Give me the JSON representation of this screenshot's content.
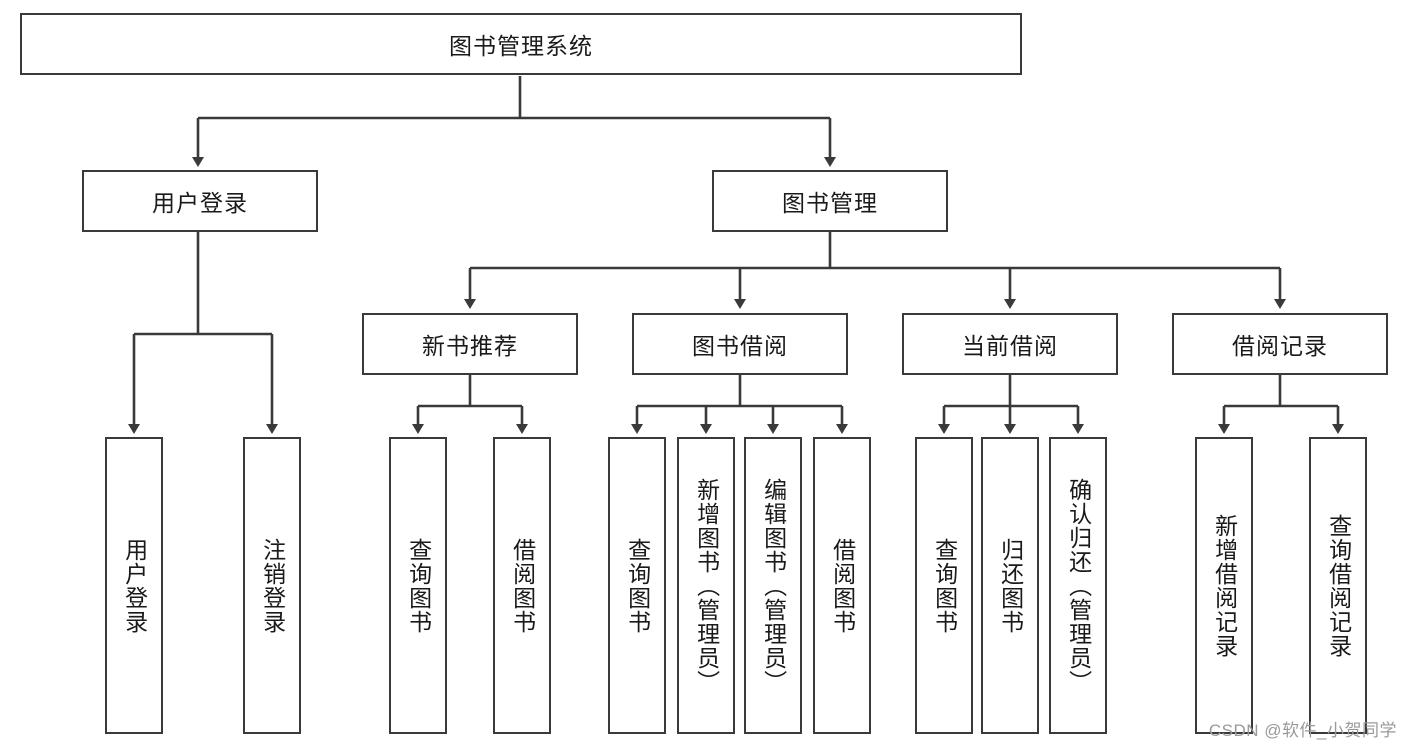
{
  "diagram": {
    "title": "图书管理系统",
    "type": "tree-hierarchy-chart",
    "stroke_color": "#3a3a3a",
    "background_color": "#ffffff",
    "text_color": "#1a1a1a"
  },
  "root": {
    "label": "图书管理系统"
  },
  "level2": [
    {
      "label": "用户登录"
    },
    {
      "label": "图书管理"
    }
  ],
  "level3": [
    {
      "label": "新书推荐"
    },
    {
      "label": "图书借阅"
    },
    {
      "label": "当前借阅"
    },
    {
      "label": "借阅记录"
    }
  ],
  "leaves": {
    "user_login": [
      {
        "label": "用户登录"
      },
      {
        "label": "注销登录"
      }
    ],
    "new_book_recommend": [
      {
        "label": "查询图书"
      },
      {
        "label": "借阅图书"
      }
    ],
    "book_borrow": [
      {
        "label": "查询图书"
      },
      {
        "label": "新增图书（管理员）"
      },
      {
        "label": "编辑图书（管理员）"
      },
      {
        "label": "借阅图书"
      }
    ],
    "current_borrow": [
      {
        "label": "查询图书"
      },
      {
        "label": "归还图书"
      },
      {
        "label": "确认归还（管理员）"
      }
    ],
    "borrow_record": [
      {
        "label": "新增借阅记录"
      },
      {
        "label": "查询借阅记录"
      }
    ]
  },
  "watermark": {
    "text": "CSDN @软件_小贺同学"
  }
}
